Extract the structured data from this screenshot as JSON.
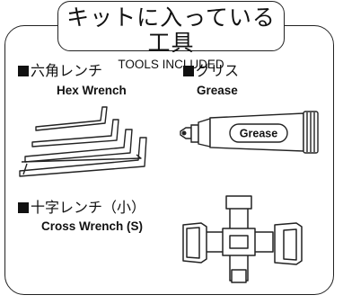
{
  "header": {
    "title_jp": "キットに入っている工具",
    "title_en": "TOOLS INCLUDED"
  },
  "tools": {
    "hex_wrench": {
      "name_jp": "六角レンチ",
      "name_en": "Hex Wrench"
    },
    "grease": {
      "name_jp": "グリス",
      "name_en": "Grease",
      "tube_label": "Grease"
    },
    "cross_wrench": {
      "name_jp": "十字レンチ（小）",
      "name_en": "Cross Wrench (S)"
    }
  }
}
